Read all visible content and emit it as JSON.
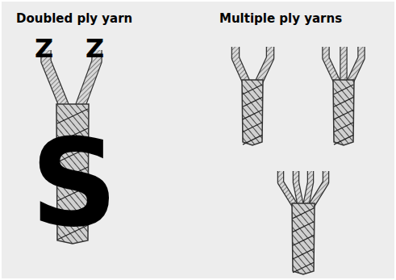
{
  "diagram": {
    "labels": [
      "Doubled ply yarn",
      "Multiple ply yarns",
      "Z",
      "Z",
      "S"
    ]
  }
}
